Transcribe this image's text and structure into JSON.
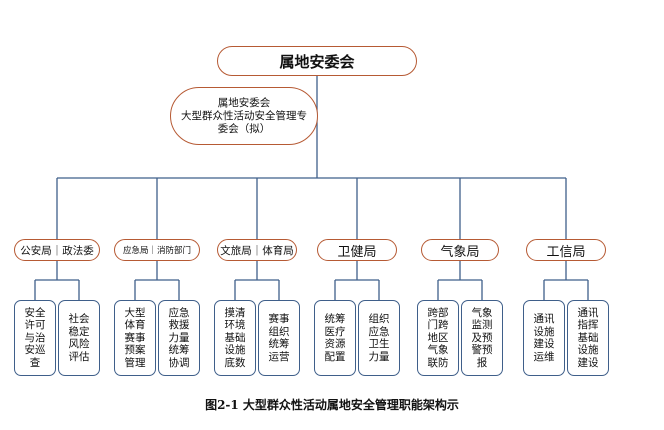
{
  "diagram": {
    "root": "属地安委会",
    "sub": "属地安委会\n大型群众性活动安全管理专委会（拟）",
    "departments": [
      {
        "label": "公安局｜政法委",
        "children": [
          "安全许可与治安巡查",
          "社会稳定风险评估"
        ]
      },
      {
        "label": "应急局｜消防部门",
        "children": [
          "大型体育赛事预案管理",
          "应急救援力量统筹协调"
        ]
      },
      {
        "label": "文旅局｜体育局",
        "children": [
          "摸清环境基础设施底数",
          "赛事组织统筹运营"
        ]
      },
      {
        "label": "卫健局",
        "children": [
          "统筹医疗资源配置",
          "组织应急卫生力量"
        ]
      },
      {
        "label": "气象局",
        "children": [
          "跨部门跨地区气象联防",
          "气象监测及预警预报"
        ]
      },
      {
        "label": "工信局",
        "children": [
          "通讯设施建设运维",
          "通讯指挥基础设施建设"
        ]
      }
    ]
  },
  "caption": "图2-1  大型群众性活动属地安全管理职能架构示"
}
